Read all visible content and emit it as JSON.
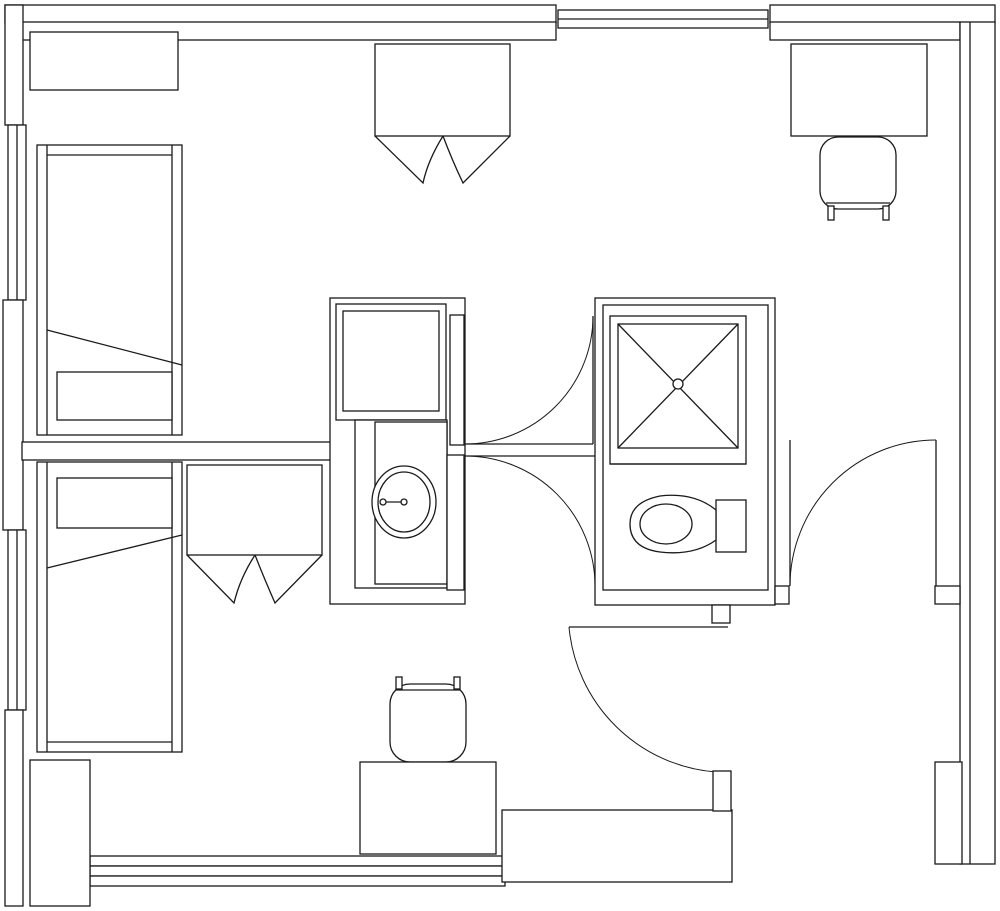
{
  "drawing": {
    "line_color": "#1a1a1a",
    "background_color": "#ffffff"
  },
  "furniture": [
    {
      "id": "bed",
      "count": 2
    },
    {
      "id": "wardrobe",
      "count": 2
    },
    {
      "id": "desk",
      "count": 2
    },
    {
      "id": "chair",
      "count": 2
    },
    {
      "id": "dresser",
      "count": 2
    },
    {
      "id": "shower",
      "count": 1
    },
    {
      "id": "toilet",
      "count": 1
    },
    {
      "id": "sink-vanity",
      "count": 1
    }
  ],
  "doors": [
    {
      "id": "closet-door",
      "swing": "inward"
    },
    {
      "id": "bathroom-door",
      "swing": "inward"
    },
    {
      "id": "hallway-door",
      "swing": "inward"
    },
    {
      "id": "entry-door",
      "swing": "inward"
    }
  ]
}
